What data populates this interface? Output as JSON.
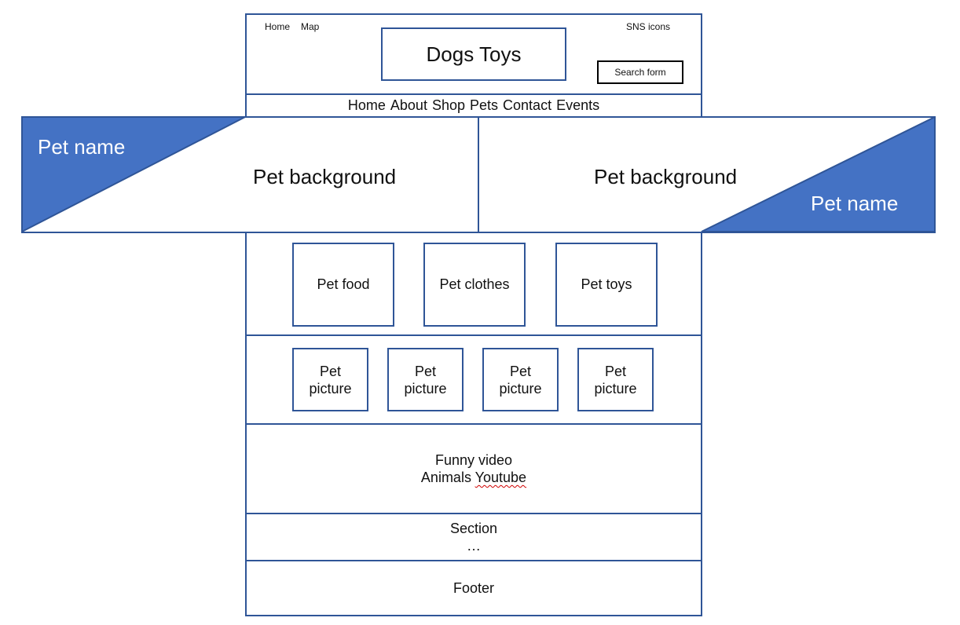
{
  "header": {
    "top_nav": [
      "Home",
      "Map"
    ],
    "sns": "SNS icons",
    "logo": "Dogs Toys",
    "search": "Search form"
  },
  "main_nav": [
    "Home",
    "About",
    "Shop",
    "Pets",
    "Contact",
    "Events"
  ],
  "hero": {
    "left": {
      "name": "Pet name",
      "background": "Pet background"
    },
    "right": {
      "name": "Pet name",
      "background": "Pet background"
    }
  },
  "categories": [
    "Pet food",
    "Pet clothes",
    "Pet toys"
  ],
  "pictures": [
    {
      "line1": "Pet",
      "line2": "picture"
    },
    {
      "line1": "Pet",
      "line2": "picture"
    },
    {
      "line1": "Pet",
      "line2": "picture"
    },
    {
      "line1": "Pet",
      "line2": "picture"
    }
  ],
  "video": {
    "line1": "Funny video",
    "line2_prefix": "Animals",
    "line2_link": "Youtube"
  },
  "section": {
    "line1": "Section",
    "line2": "…"
  },
  "footer": "Footer",
  "colors": {
    "border": "#2f5597",
    "accent": "#4472c4",
    "text": "#111111"
  }
}
